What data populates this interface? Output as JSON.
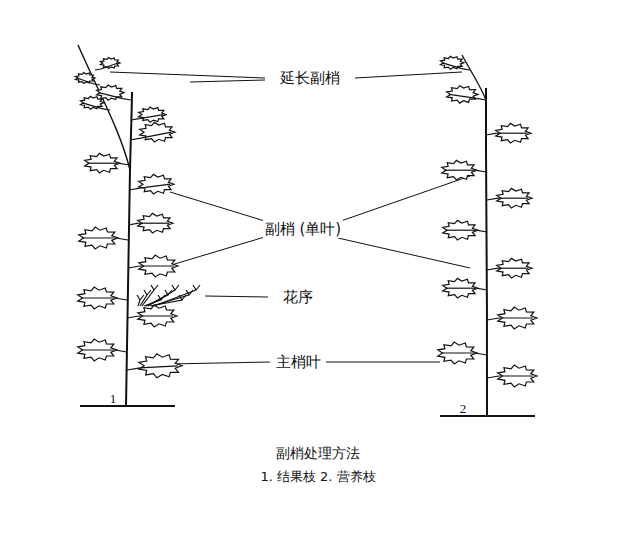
{
  "diagram": {
    "caption": "副梢处理方法",
    "labels": [
      "延长副梢",
      "副梢 (单叶)",
      "花序",
      "主梢叶",
      "1",
      "2",
      "1. 结果枝 2. 营养枝"
    ]
  }
}
